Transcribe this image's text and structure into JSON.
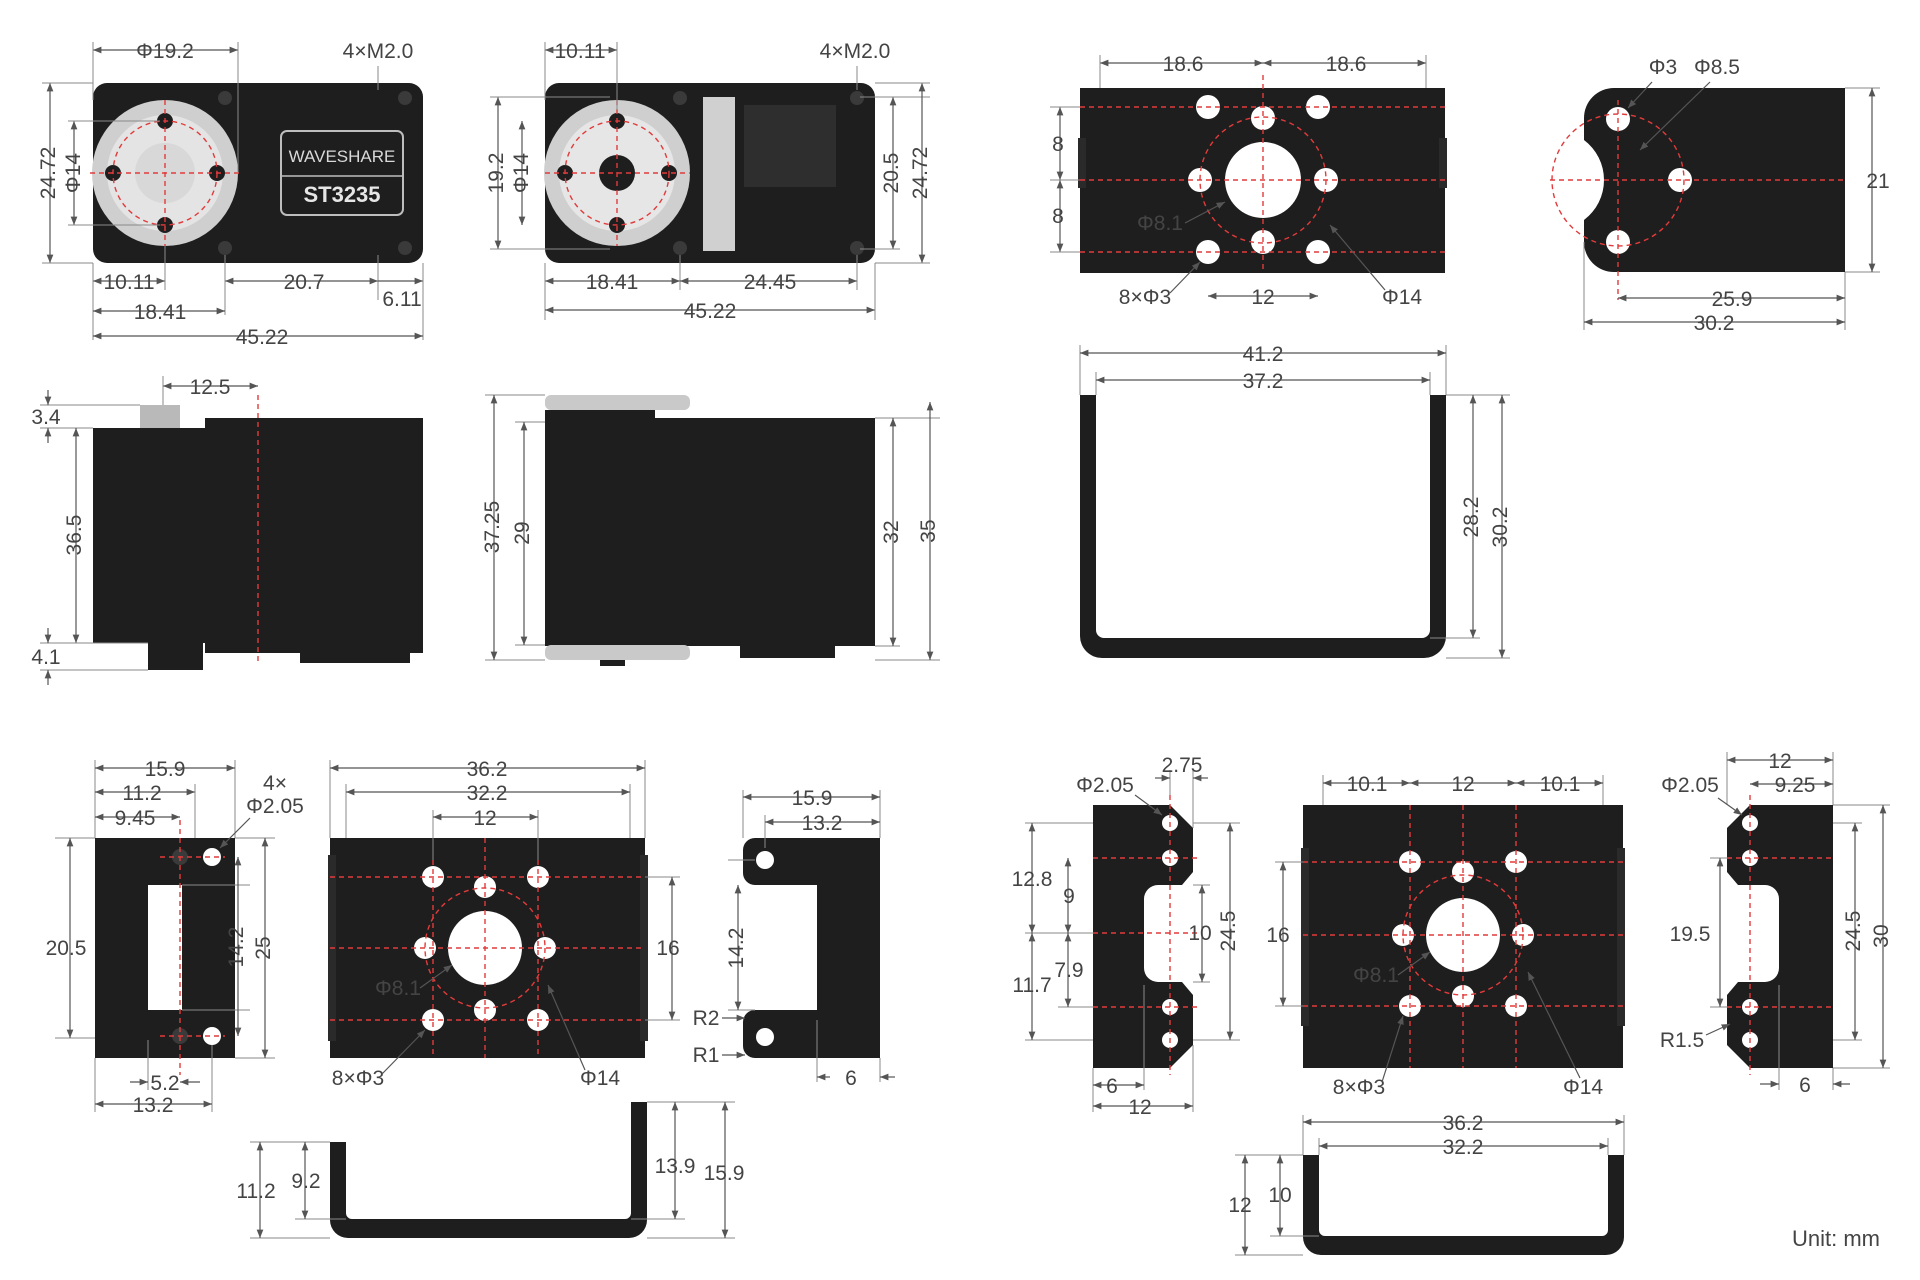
{
  "unit_label": "Unit: mm",
  "servo_front": {
    "brand": "WAVESHARE",
    "model": "ST3235",
    "dims": [
      "Φ19.2",
      "4×M2.0",
      "24.72",
      "Φ14",
      "10.11",
      "18.41",
      "20.7",
      "6.11",
      "45.22"
    ]
  },
  "servo_back": {
    "dims": [
      "10.11",
      "4×M2.0",
      "19.2",
      "Φ14",
      "20.5",
      "24.72",
      "18.41",
      "24.45",
      "45.22"
    ]
  },
  "servo_side": {
    "dims": [
      "12.5",
      "3.4",
      "36.5",
      "4.1"
    ]
  },
  "servo_top": {
    "dims": [
      "37.25",
      "29",
      "32",
      "35"
    ]
  },
  "bracket_large_face": {
    "dims": [
      "18.6",
      "18.6",
      "8",
      "8",
      "Φ8.1",
      "8×Φ3",
      "12",
      "Φ14"
    ]
  },
  "bracket_large_side": {
    "dims": [
      "Φ3",
      "Φ8.5",
      "21",
      "25.9",
      "30.2"
    ]
  },
  "bracket_large_u": {
    "dims": [
      "41.2",
      "37.2",
      "28.2",
      "30.2"
    ]
  },
  "bracket_a_left": {
    "dims": [
      "15.9",
      "11.2",
      "9.45",
      "4×",
      "Φ2.05",
      "20.5",
      "14.2",
      "25",
      "5.2",
      "13.2"
    ]
  },
  "bracket_a_face": {
    "dims": [
      "36.2",
      "32.2",
      "12",
      "16",
      "Φ8.1",
      "8×Φ3",
      "Φ14"
    ]
  },
  "bracket_a_right": {
    "dims": [
      "15.9",
      "13.2",
      "14.2",
      "R2",
      "R1",
      "6"
    ]
  },
  "bracket_a_u": {
    "dims": [
      "11.2",
      "9.2",
      "13.9",
      "15.9"
    ]
  },
  "bracket_b_left": {
    "dims": [
      "Φ2.05",
      "2.75",
      "12.8",
      "9",
      "10",
      "24.5",
      "11.7",
      "7.9",
      "6",
      "12"
    ]
  },
  "bracket_b_face": {
    "dims": [
      "10.1",
      "12",
      "10.1",
      "16",
      "Φ8.1",
      "8×Φ3",
      "Φ14"
    ]
  },
  "bracket_b_right": {
    "dims": [
      "12",
      "Φ2.05",
      "9.25",
      "19.5",
      "24.5",
      "30",
      "R1.5",
      "6"
    ]
  },
  "bracket_b_u": {
    "dims": [
      "36.2",
      "32.2",
      "12",
      "10"
    ]
  }
}
